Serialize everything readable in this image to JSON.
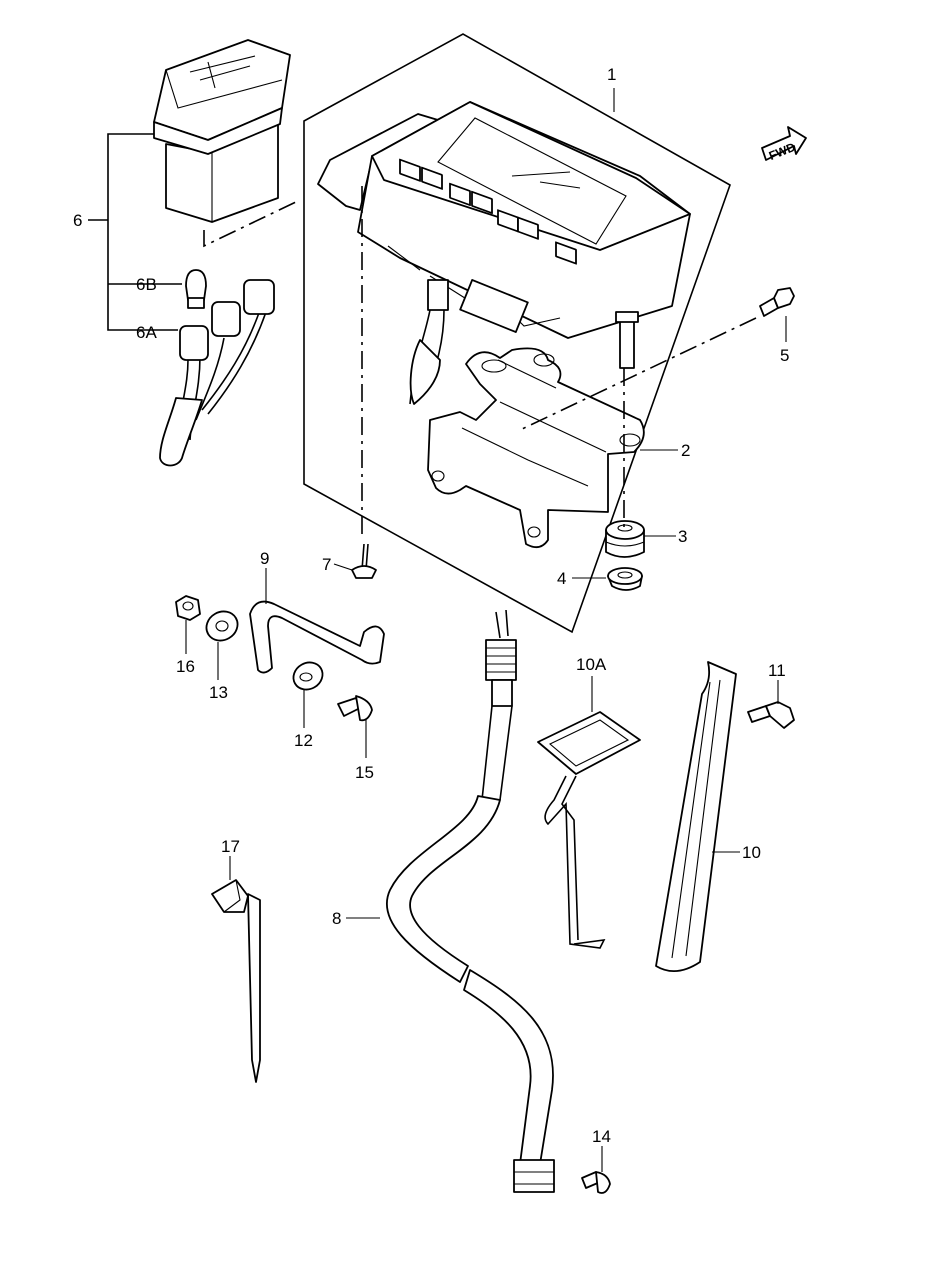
{
  "fwd_label": "FWD",
  "callouts": [
    {
      "id": "1",
      "label": "1"
    },
    {
      "id": "2",
      "label": "2"
    },
    {
      "id": "3",
      "label": "3"
    },
    {
      "id": "4",
      "label": "4"
    },
    {
      "id": "5",
      "label": "5"
    },
    {
      "id": "6",
      "label": "6"
    },
    {
      "id": "6B",
      "label": "6B"
    },
    {
      "id": "6A",
      "label": "6A"
    },
    {
      "id": "7",
      "label": "7"
    },
    {
      "id": "8",
      "label": "8"
    },
    {
      "id": "9",
      "label": "9"
    },
    {
      "id": "10",
      "label": "10"
    },
    {
      "id": "10A",
      "label": "10A"
    },
    {
      "id": "11",
      "label": "11"
    },
    {
      "id": "12",
      "label": "12"
    },
    {
      "id": "13",
      "label": "13"
    },
    {
      "id": "14",
      "label": "14"
    },
    {
      "id": "15",
      "label": "15"
    },
    {
      "id": "16",
      "label": "16"
    },
    {
      "id": "17",
      "label": "17"
    }
  ]
}
